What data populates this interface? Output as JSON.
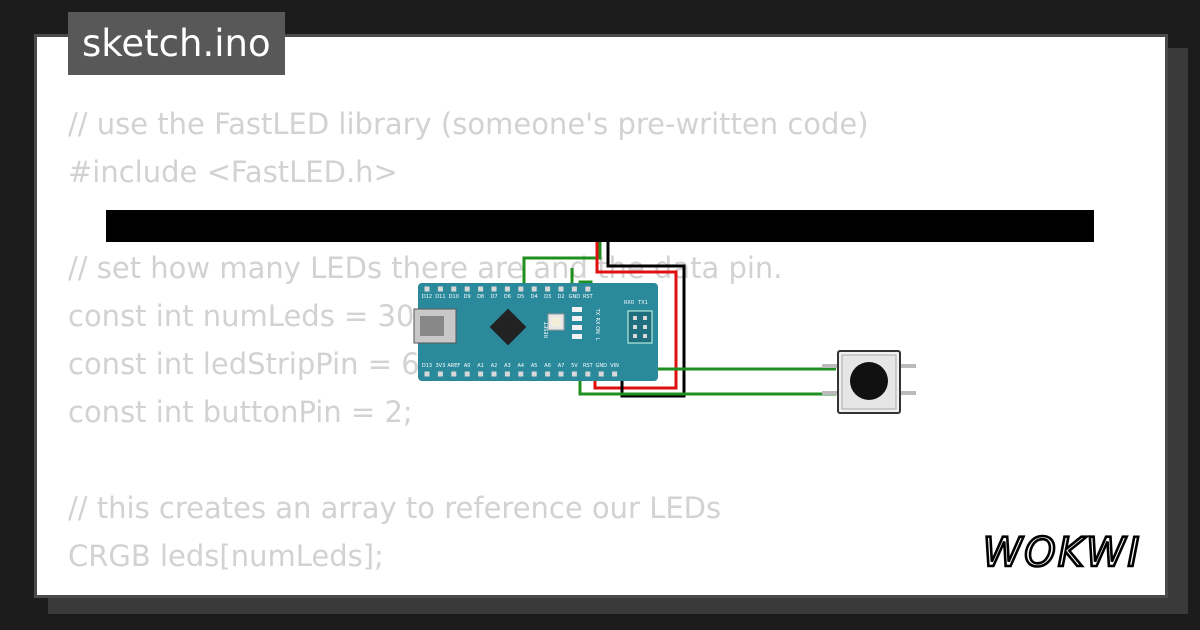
{
  "filename": "sketch.ino",
  "code_lines": [
    "// use the FastLED library (someone's pre-written code)",
    "#include <FastLED.h>",
    "",
    "// set how many LEDs there are and the data pin.",
    "const int numLeds = 30;",
    "const int ledStripPin = 6;",
    "const int buttonPin = 2;",
    "",
    "// this creates an array to reference our LEDs",
    "CRGB leds[numLeds];"
  ],
  "board": {
    "top_pins": [
      "D12",
      "D11",
      "D10",
      "D9",
      "D8",
      "D7",
      "D6",
      "D5",
      "D4",
      "D3",
      "D2",
      "GND",
      "RST",
      "RX0",
      "TX1"
    ],
    "bottom_pins": [
      "D13",
      "3V3",
      "AREF",
      "A0",
      "A1",
      "A2",
      "A3",
      "A4",
      "A5",
      "A6",
      "A7",
      "5V",
      "RST",
      "GND",
      "VIN"
    ],
    "reset_label": "RESET",
    "led_labels": [
      "TX",
      "RX",
      "ON",
      "L"
    ]
  },
  "brand": "WOKWI",
  "colors": {
    "background": "#1c1c1c",
    "card": "#ffffff",
    "code_text": "#d2d2d2",
    "board": "#2a8a9c",
    "wire_green": "#1f8f1f",
    "wire_red": "#e01010",
    "wire_black": "#000000",
    "led_strip": "#000000"
  }
}
